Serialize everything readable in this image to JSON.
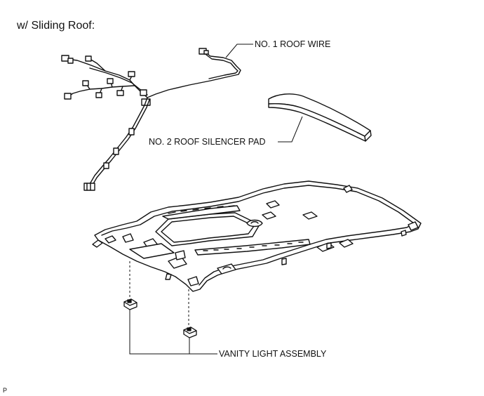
{
  "heading": "w/ Sliding Roof:",
  "callouts": {
    "roof_wire": "NO. 1 ROOF WIRE",
    "silencer_pad": "NO. 2 ROOF SILENCER PAD",
    "vanity_light": "VANITY LIGHT ASSEMBLY"
  },
  "figure_code": "P"
}
